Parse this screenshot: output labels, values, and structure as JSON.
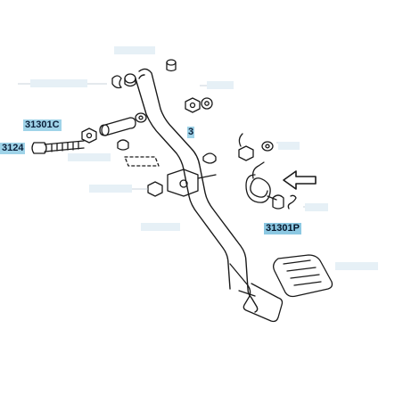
{
  "diagram": {
    "part_labels": {
      "left_bolt": "3124",
      "bolt_ref": "31301C",
      "spring_ref": "31301P",
      "mid_ref": "3"
    },
    "colors": {
      "line": "#1a1a1a",
      "highlight": "#9fd3e8",
      "faded_text": "#9aa6b5"
    },
    "icons": [
      "arrow-pointer-icon"
    ]
  }
}
